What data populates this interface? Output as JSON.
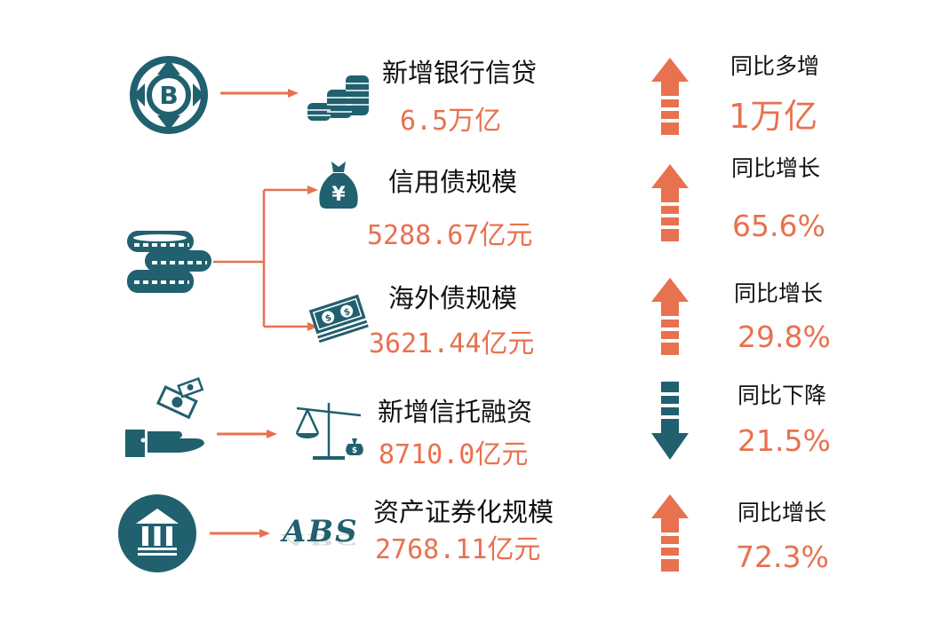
{
  "colors": {
    "accent": "#e8714f",
    "icon": "#21606e"
  },
  "rows": [
    {
      "title": "新增银行信贷",
      "value": "6.5万亿",
      "compare_label": "同比多增",
      "change": "1万亿",
      "direction": "up",
      "icon": "bitcoin-globe-icon",
      "sub_icon": "coin-stacks-icon"
    },
    {
      "title": "信用债规模",
      "value": "5288.67亿元",
      "compare_label": "同比增长",
      "change": "65.6%",
      "direction": "up",
      "icon": "coins-icon",
      "sub_icon": "yuan-money-bag-icon"
    },
    {
      "title": "海外债规模",
      "value": "3621.44亿元",
      "compare_label": "同比增长",
      "change": "29.8%",
      "direction": "up",
      "sub_icon": "dollar-bills-icon"
    },
    {
      "title": "新增信托融资",
      "value": "8710.0亿元",
      "compare_label": "同比下降",
      "change": "21.5%",
      "direction": "down",
      "icon": "hand-money-icon",
      "sub_icon": "scale-icon"
    },
    {
      "title": "资产证券化规模",
      "value": "2768.11亿元",
      "compare_label": "同比增长",
      "change": "72.3%",
      "direction": "up",
      "icon": "bank-icon",
      "sub_icon": "abs-logo",
      "logo_text": "ABS"
    }
  ]
}
